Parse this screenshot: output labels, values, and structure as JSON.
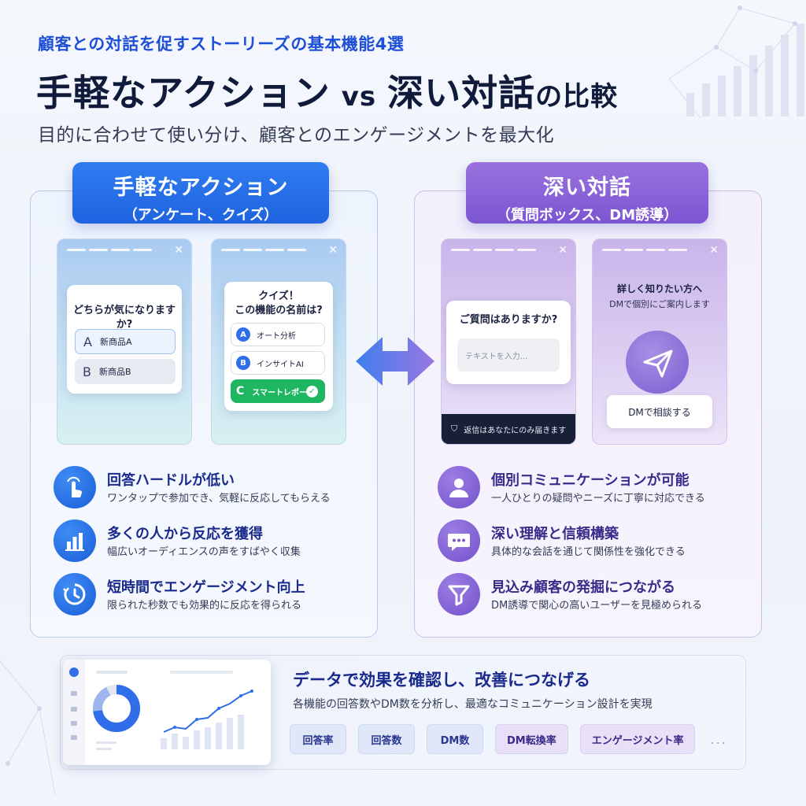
{
  "header": {
    "eyebrow": "顧客との対話を促すストーリーズの基本機能4選",
    "headline_a": "手軽なアクション",
    "headline_vs": "vs",
    "headline_b": "深い対話",
    "headline_no": "の比較",
    "subline": "目的に合わせて使い分け、顧客とのエンゲージメントを最大化"
  },
  "left": {
    "title": "手軽なアクション",
    "subtitle": "（アンケート、クイズ）",
    "poll": {
      "question": "どちらが気になりますか?",
      "options": [
        {
          "letter": "A",
          "label": "新商品A"
        },
        {
          "letter": "B",
          "label": "新商品B"
        }
      ]
    },
    "quiz": {
      "question_line1": "クイズ！",
      "question_line2": "この機能の名前は?",
      "options": [
        {
          "letter": "A",
          "label": "オート分析"
        },
        {
          "letter": "B",
          "label": "インサイトAI"
        },
        {
          "letter": "C",
          "label": "スマートレポート"
        }
      ]
    },
    "features": [
      {
        "icon": "tap-hand-icon",
        "title": "回答ハードルが低い",
        "desc": "ワンタップで参加でき、気軽に反応してもらえる"
      },
      {
        "icon": "bar-chart-icon",
        "title": "多くの人から反応を獲得",
        "desc": "幅広いオーディエンスの声をすばやく収集"
      },
      {
        "icon": "clock-icon",
        "title": "短時間でエンゲージメント向上",
        "desc": "限られた秒数でも効果的に反応を得られる"
      }
    ]
  },
  "right": {
    "title": "深い対話",
    "subtitle": "（質問ボックス、DM誘導）",
    "question_box": {
      "question": "ご質問はありますか?",
      "placeholder": "テキストを入力...",
      "footer": "返信はあなたにのみ届きます"
    },
    "dm": {
      "title": "詳しく知りたい方へ",
      "subtitle": "DMで個別にご案内します",
      "button": "DMで相談する"
    },
    "features": [
      {
        "icon": "person-icon",
        "title": "個別コミュニケーションが可能",
        "desc": "一人ひとりの疑問やニーズに丁寧に対応できる"
      },
      {
        "icon": "chat-bubble-icon",
        "title": "深い理解と信頼構築",
        "desc": "具体的な会話を通じて関係性を強化できる"
      },
      {
        "icon": "funnel-icon",
        "title": "見込み顧客の発掘につながる",
        "desc": "DM誘導で関心の高いユーザーを見極められる"
      }
    ]
  },
  "bottom": {
    "title": "データで効果を確認し、改善につなげる",
    "desc": "各機能の回答数やDM数を分析し、最適なコミュニケーション設計を実現",
    "chips": [
      "回答率",
      "回答数",
      "DM数",
      "DM転換率",
      "エンゲージメント率"
    ],
    "more": "..."
  },
  "colors": {
    "blue_accent": "#1f63e0",
    "purple_accent": "#7b55d2",
    "success": "#1fb662",
    "navy_text": "#101a3a"
  }
}
